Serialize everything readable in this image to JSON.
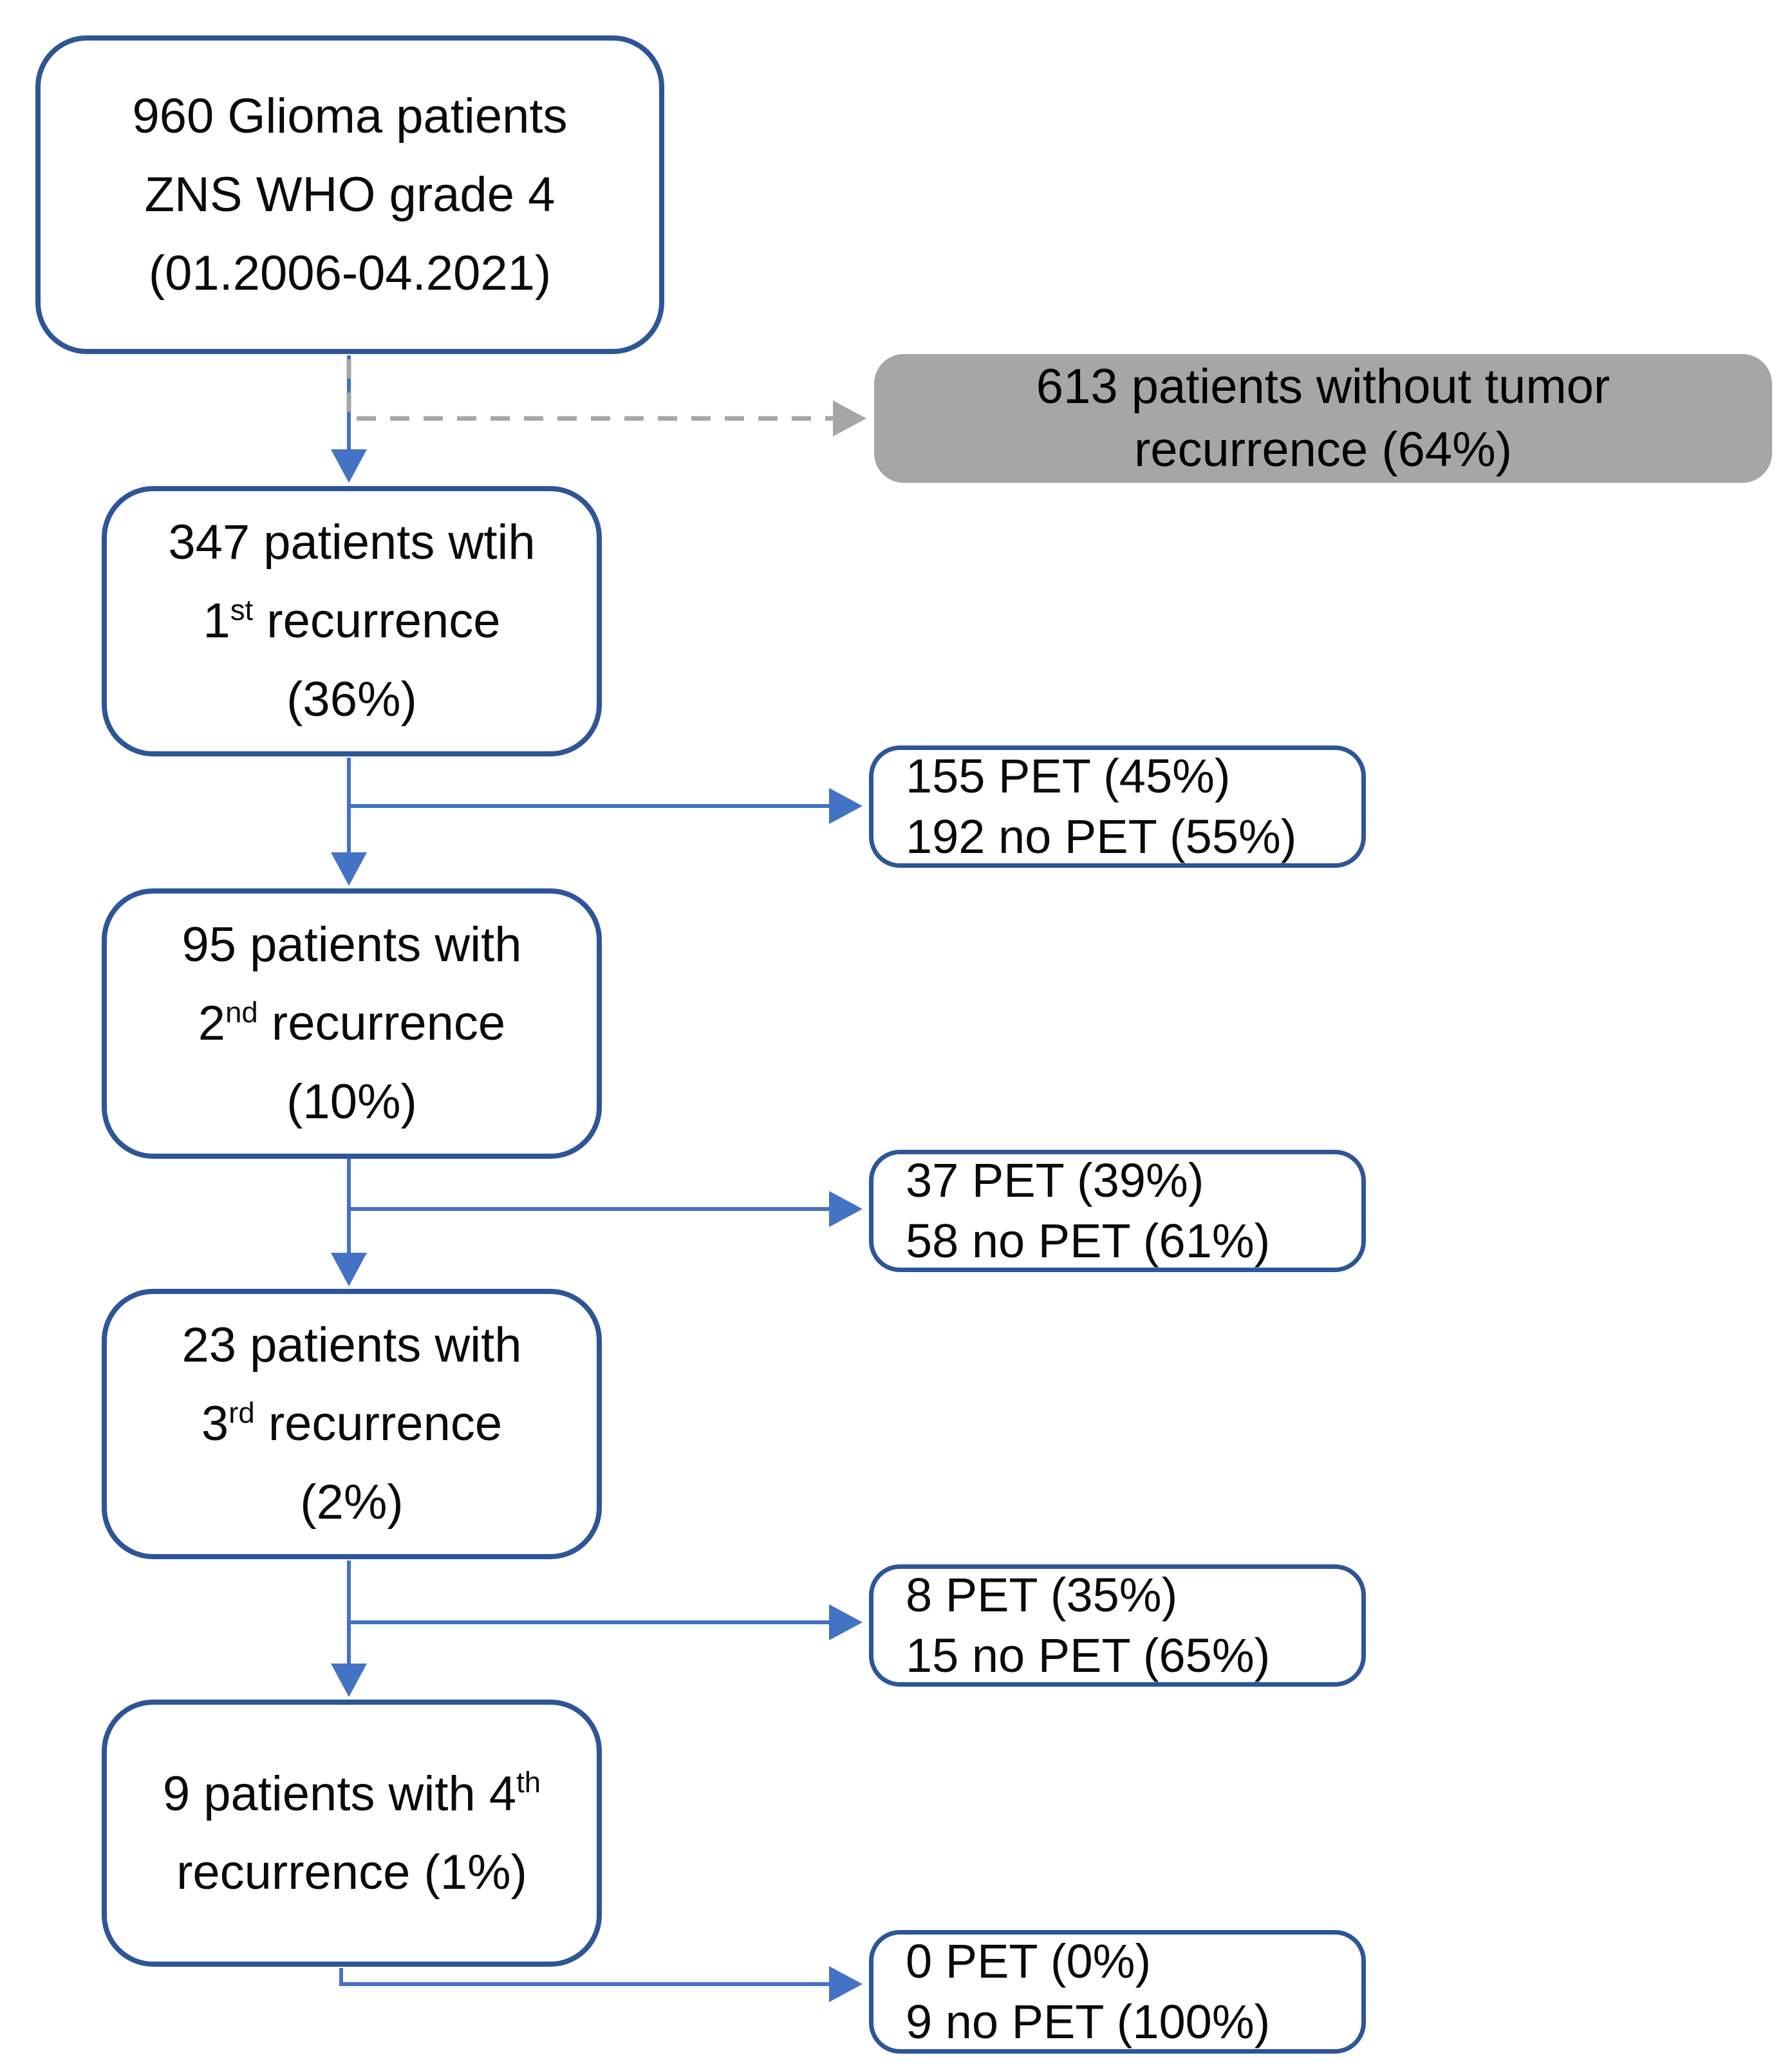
{
  "figure": {
    "type": "patient-flow-diagram",
    "colors": {
      "box_border_blue": "#2e5597",
      "arrow_blue": "#4472c4",
      "excluded_gray": "#a6a6a6",
      "dashed_line_gray": "#a6a6a6",
      "text": "#000000",
      "background": "#ffffff"
    },
    "main_boxes": [
      {
        "name": "start-box",
        "lines": [
          [
            {
              "t": "960 Glioma patients"
            }
          ],
          [
            {
              "t": "ZNS WHO grade 4"
            }
          ],
          [
            {
              "t": "(01.2006-04.2021)"
            }
          ]
        ]
      },
      {
        "name": "first-recurrence-box",
        "lines": [
          [
            {
              "t": "347 patients wtih"
            }
          ],
          [
            {
              "t": "1"
            },
            {
              "t": "st",
              "sup": true
            },
            {
              "t": " recurrence"
            }
          ],
          [
            {
              "t": "(36%)"
            }
          ]
        ]
      },
      {
        "name": "second-recurrence-box",
        "lines": [
          [
            {
              "t": "95 patients with"
            }
          ],
          [
            {
              "t": "2"
            },
            {
              "t": "nd",
              "sup": true
            },
            {
              "t": " recurrence"
            }
          ],
          [
            {
              "t": "(10%)"
            }
          ]
        ]
      },
      {
        "name": "third-recurrence-box",
        "lines": [
          [
            {
              "t": "23 patients with"
            }
          ],
          [
            {
              "t": "3"
            },
            {
              "t": "rd",
              "sup": true
            },
            {
              "t": " recurrence"
            }
          ],
          [
            {
              "t": "(2%)"
            }
          ]
        ]
      },
      {
        "name": "fourth-recurrence-box",
        "lines": [
          [
            {
              "t": "9 patients with 4"
            },
            {
              "t": "th",
              "sup": true
            }
          ],
          [
            {
              "t": "recurrence (1%)"
            }
          ]
        ]
      }
    ],
    "excluded_box": {
      "name": "no-recurrence-box",
      "lines": [
        [
          {
            "t": "613 patients without tumor"
          }
        ],
        [
          {
            "t": "recurrence (64%)"
          }
        ]
      ]
    },
    "side_boxes": [
      {
        "name": "pet-split-1-box",
        "lines": [
          [
            {
              "t": "155 PET (45%)"
            }
          ],
          [
            {
              "t": "192 no PET (55%)"
            }
          ]
        ]
      },
      {
        "name": "pet-split-2-box",
        "lines": [
          [
            {
              "t": "37 PET (39%)"
            }
          ],
          [
            {
              "t": "58 no PET (61%)"
            }
          ]
        ]
      },
      {
        "name": "pet-split-3-box",
        "lines": [
          [
            {
              "t": "8 PET (35%)"
            }
          ],
          [
            {
              "t": "15 no PET (65%)"
            }
          ]
        ]
      },
      {
        "name": "pet-split-4-box",
        "lines": [
          [
            {
              "t": "0 PET (0%)"
            }
          ],
          [
            {
              "t": "9 no PET (100%)"
            }
          ]
        ]
      }
    ]
  }
}
